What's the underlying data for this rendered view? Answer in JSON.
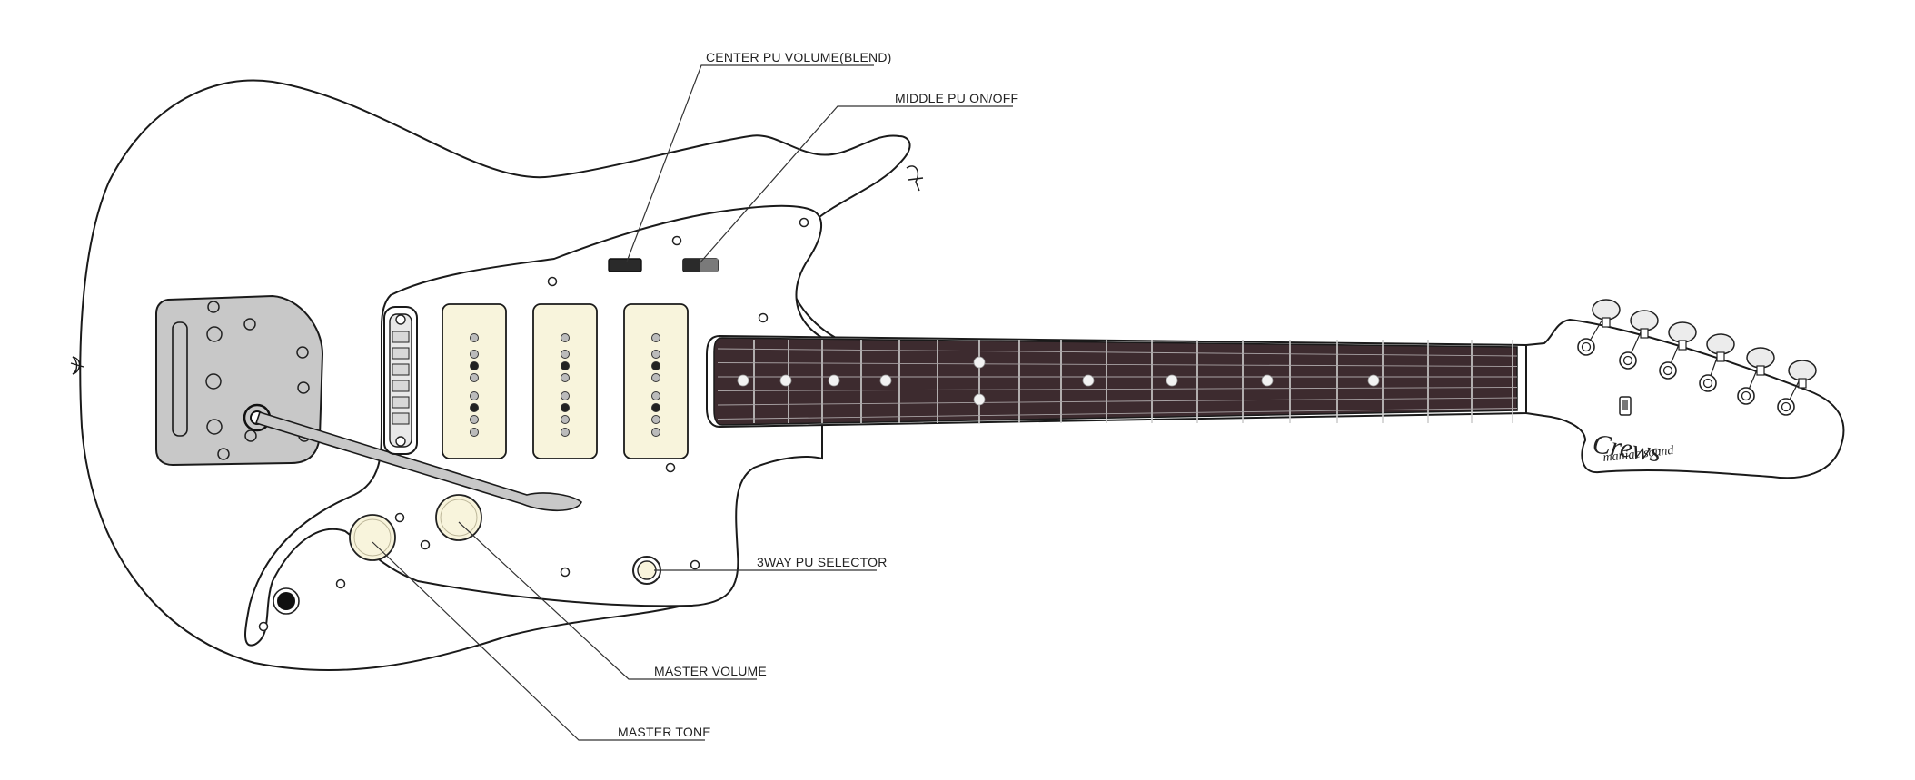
{
  "labels": {
    "center_pu_volume": "CENTER PU VOLUME(BLEND)",
    "middle_pu_onoff": "MIDDLE PU ON/OFF",
    "three_way_selector": "3WAY PU SELECTOR",
    "master_volume": "MASTER VOLUME",
    "master_tone": "MASTER TONE"
  },
  "logo": {
    "brand": "Crews",
    "subtitle": "maniac sound"
  },
  "colors": {
    "outline": "#1a1a1a",
    "pickup_cover": "#f8f4dc",
    "bridge_plate": "#c8c8c8",
    "fretboard": "#3d2b2f",
    "fret_wire": "#d0d0d0",
    "knob_fill": "#f8f4dc",
    "dot_inlay": "#f2f2f2"
  }
}
